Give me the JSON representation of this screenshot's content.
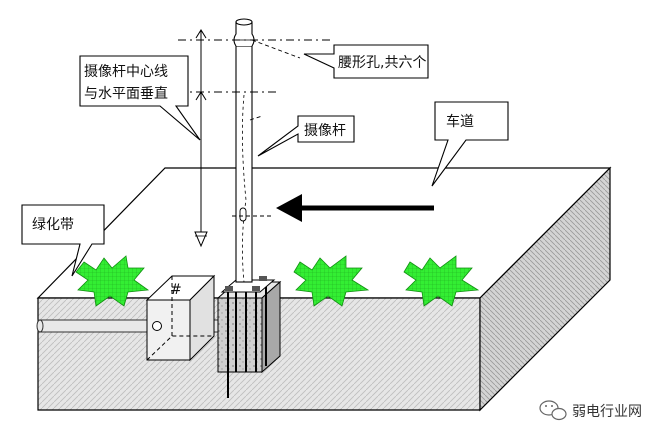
{
  "callouts": {
    "center_line_line1": "摄像杆中心线",
    "center_line_line2": "与水平面垂直",
    "waist_hole": "腰形孔,共六个",
    "pole": "摄像杆",
    "lane": "车道",
    "green_belt": "绿化带"
  },
  "handhole_mark": "#",
  "watermark": "弱电行业网",
  "colors": {
    "grass": "#33ee33",
    "box_top": "#ffffff",
    "box_front": "#e4e4e4",
    "box_side": "#d2d2d2",
    "arrow": "#000000"
  }
}
